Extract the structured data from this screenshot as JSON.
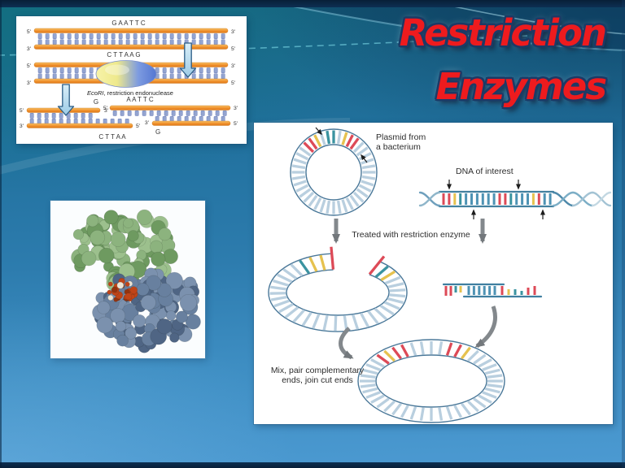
{
  "slide": {
    "bg_top": "#176480",
    "bg_mid": "#2d7cae",
    "bg_bottom": "#4c9ad2",
    "bar_color": "#0d2f52",
    "accent_dash": "#7fdbe8"
  },
  "title": {
    "line1": "Restriction",
    "line2": "Enzymes",
    "color": "#ee1b1e",
    "outline_color": "#1c3a66"
  },
  "ecori_panel": {
    "top_strand_seq": "G A A T T C",
    "top_strand_comp_seq": "C T T A A G",
    "enzyme_name": "EcoRI",
    "enzyme_caption_rest": ", restriction endonuclease",
    "left_fragment_top_base": "G",
    "left_fragment_bottom_seq": "C T T A A",
    "right_fragment_top_seq": "A A T T C",
    "right_fragment_bottom_base": "G",
    "p5": "5'",
    "p3": "3'",
    "colors": {
      "strand_orange": "#ef8f2b",
      "strand_orange_light": "#f9c469",
      "base_pair": "#93a4d0",
      "arrow_fill": "#aed6ec",
      "arrow_stroke": "#2b5c85"
    }
  },
  "protein_figure": {
    "colors": {
      "green": "#8cb37e",
      "green_dark": "#6e9a60",
      "slate": "#68809f",
      "slate_dark": "#4f6584",
      "dna_red": "#bf4418",
      "dna_white": "#ece4d4"
    }
  },
  "cloning_panel": {
    "plasmid_label_line1": "Plasmid from",
    "plasmid_label_line2": "a bacterium",
    "dna_label": "DNA of interest",
    "treated_label": "Treated with restriction enzyme",
    "mix_label_line1": "Mix, pair complementary",
    "mix_label_line2": "ends, join cut ends",
    "colors": {
      "ring": "#b9cfdf",
      "ring_stroke": "#4a7899",
      "site_red": "#dd4a57",
      "site_yellow": "#e6c24f",
      "site_teal": "#3a93a0",
      "site_blue": "#4e93b4",
      "arrow": "#83888c",
      "text": "#2d2d2d"
    }
  }
}
